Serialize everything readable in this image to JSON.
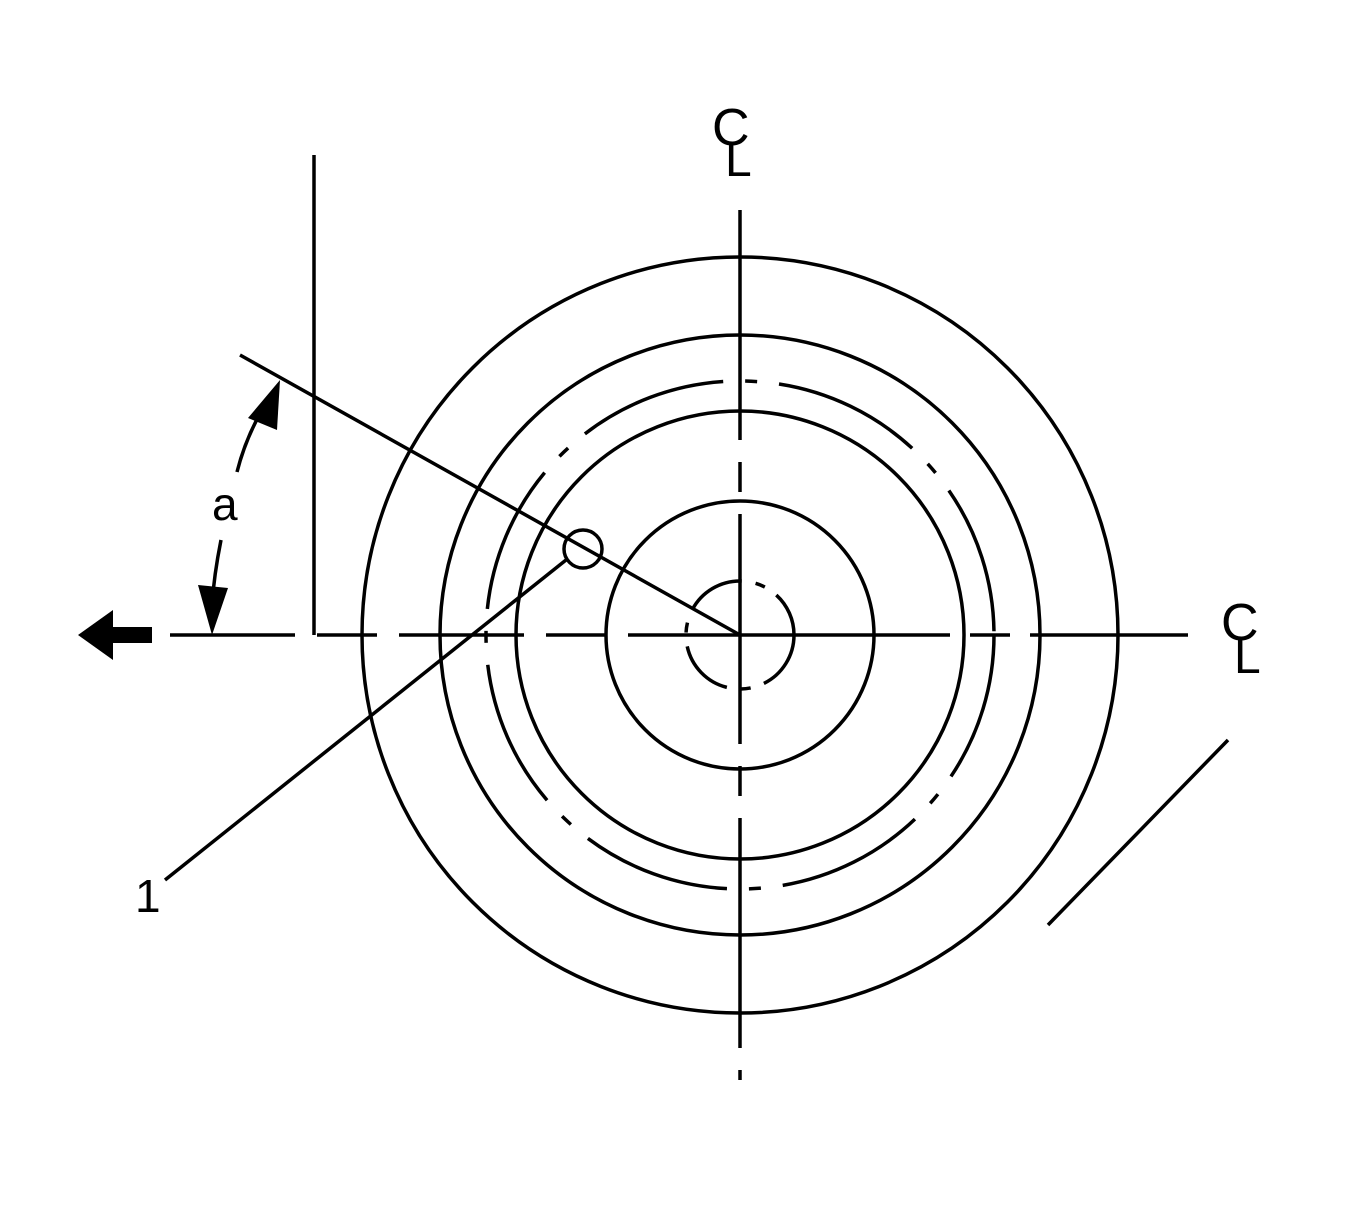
{
  "labels": {
    "centerline_symbol": "CL",
    "centerline_c": "C",
    "centerline_l": "L",
    "angle_label": "a",
    "callout_number": "1"
  },
  "colors": {
    "ink": "#000000",
    "background": "#ffffff"
  },
  "icons": {
    "direction_arrow": "arrow-left-icon",
    "angle_arrowheads": "arrowhead-icon",
    "locating_hole": "circle-marker-icon"
  }
}
